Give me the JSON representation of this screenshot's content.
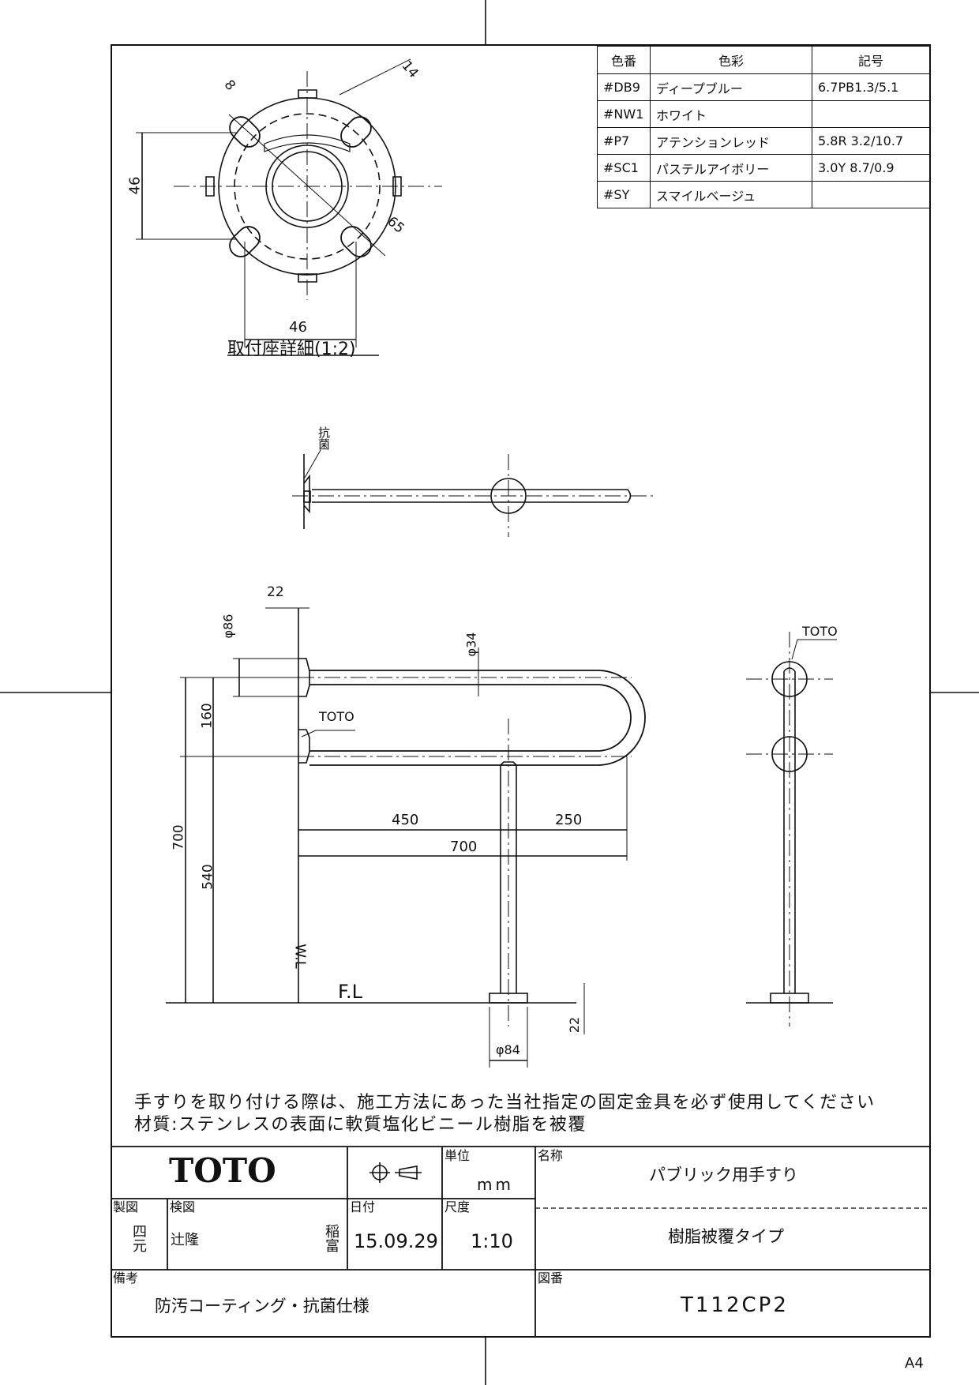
{
  "color_table": {
    "headers": [
      "色番",
      "色彩",
      "記号"
    ],
    "rows": [
      [
        "#DB9",
        "ディープブルー",
        "6.7PB1.3/5.1"
      ],
      [
        "#NW1",
        "ホワイト",
        ""
      ],
      [
        "#P7",
        "アテンションレッド",
        "5.8R 3.2/10.7"
      ],
      [
        "#SC1",
        "パステルアイボリー",
        "3.0Y 8.7/0.9"
      ],
      [
        "#SY",
        "スマイルベージュ",
        ""
      ]
    ]
  },
  "detail": {
    "title": "取付座詳細(1:2)",
    "dims": {
      "d8": "8",
      "d14": "14",
      "d46_left": "46",
      "d46_bottom": "46",
      "d65": "65"
    }
  },
  "top_view": {
    "label_antibacterial": "抗菌"
  },
  "front_view": {
    "d22_top": "22",
    "d86": "φ86",
    "d34": "φ34",
    "toto_mark": "TOTO",
    "d160": "160",
    "d700_vert": "700",
    "d540": "540",
    "d450": "450",
    "d250": "250",
    "d700_horiz": "700",
    "wall_label": "W.L",
    "floor_label": "F.L",
    "d22_base": "22",
    "d84": "φ84"
  },
  "side_view": {
    "toto_mark": "TOTO"
  },
  "notes": [
    "手すりを取り付ける際は、施工方法にあった当社指定の固定金具を必ず使用してください",
    "材質:ステンレスの表面に軟質塩化ビニール樹脂を被覆"
  ],
  "title_block": {
    "logo": "TOTO",
    "unit_label": "単位",
    "unit_value": "mm",
    "name_label": "名称",
    "name_value": "パブリック用手すり",
    "subname_value": "樹脂被覆タイプ",
    "drawn_label": "製図",
    "drawn_value": "四元",
    "checked_label": "検図",
    "checked_value_1": "辻隆",
    "checked_value_2": "稲富",
    "date_label": "日付",
    "date_value": "15.09.29",
    "scale_label": "尺度",
    "scale_value": "1:10",
    "remarks_label": "備考",
    "remarks_value": "防汚コーティング・抗菌仕様",
    "drawing_no_label": "図番",
    "drawing_no_value": "T112CP2"
  },
  "paper_size": "A4"
}
